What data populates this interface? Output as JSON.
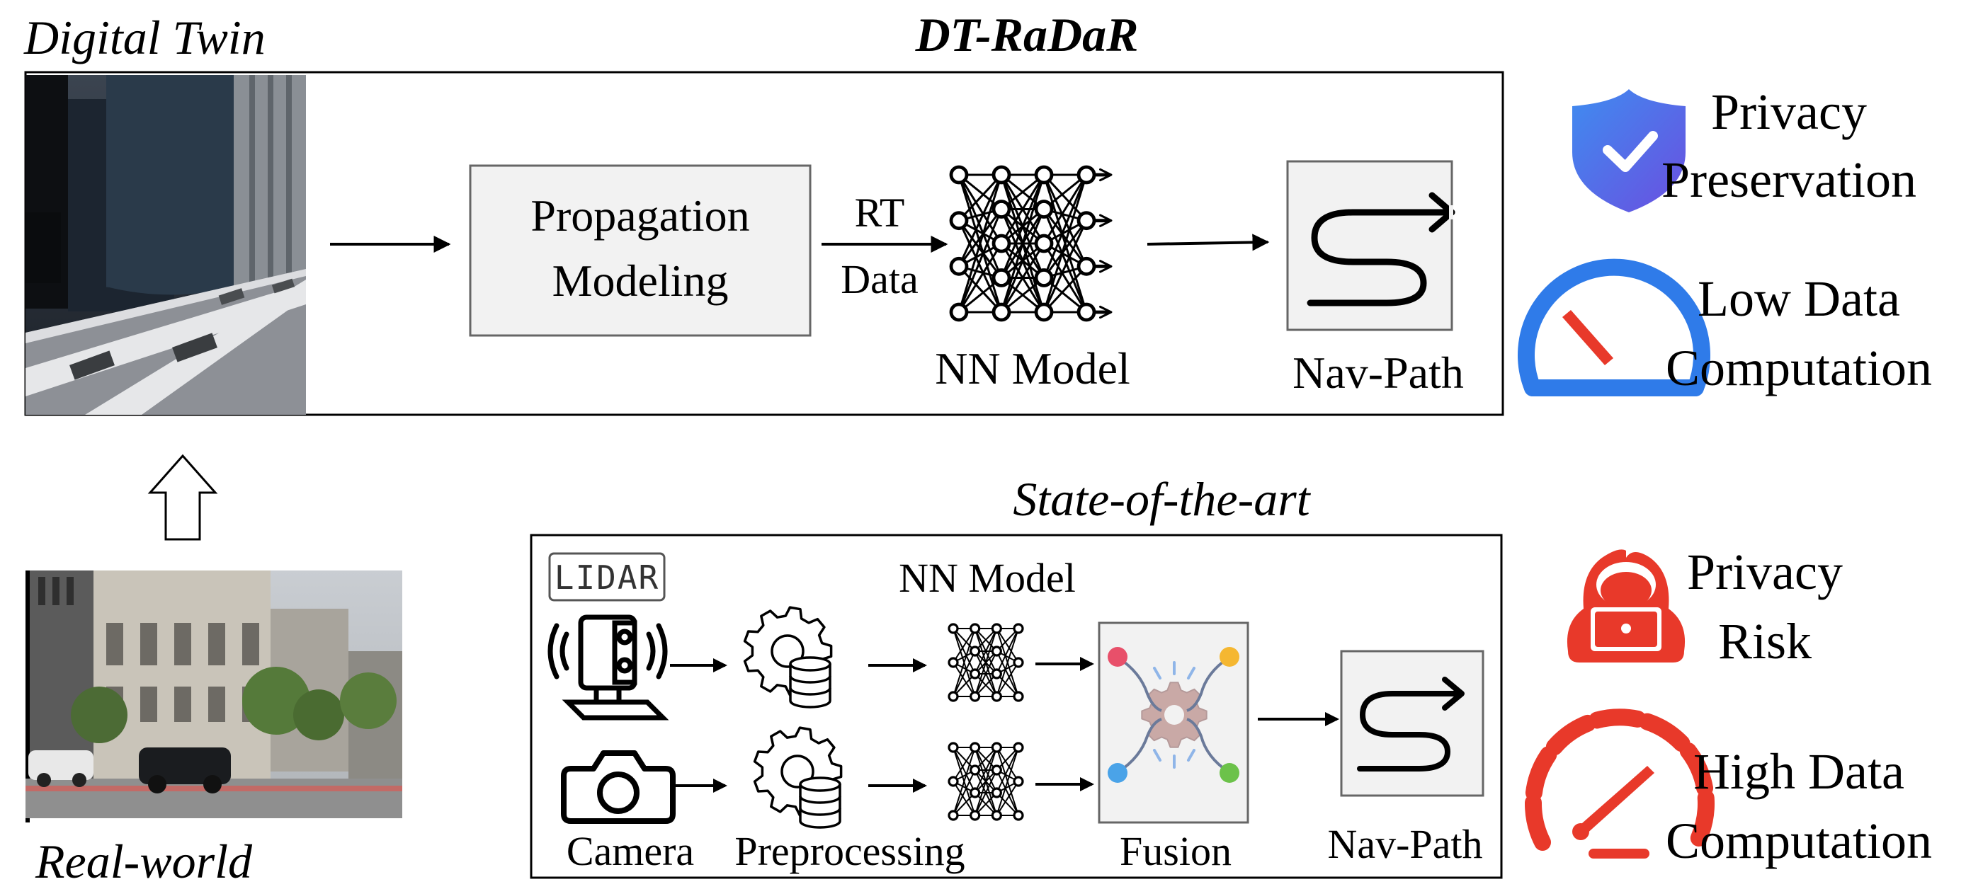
{
  "titles": {
    "digital_twin": "Digital Twin",
    "dt_radar": "DT-RaDaR",
    "state_of_the_art": "State-of-the-art",
    "real_world": "Real-world"
  },
  "top": {
    "propagation_line1": "Propagation",
    "propagation_line2": "Modeling",
    "rt_line1": "RT",
    "rt_line2": "Data",
    "nn_model": "NN Model",
    "nav_path": "Nav-Path"
  },
  "bottom": {
    "lidar": "LIDAR",
    "nn_model": "NN Model",
    "camera": "Camera",
    "preprocessing": "Preprocessing",
    "fusion": "Fusion",
    "nav_path": "Nav-Path"
  },
  "right": {
    "privacy_preservation_line1": "Privacy",
    "privacy_preservation_line2": "Preservation",
    "low_data_line1": "Low Data",
    "low_data_line2": "Computation",
    "privacy_risk_line1": "Privacy",
    "privacy_risk_line2": "Risk",
    "high_data_line1": "High Data",
    "high_data_line2": "Computation"
  },
  "colors": {
    "good_blue": "#2f7be9",
    "shield_blue_light": "#4f8df5",
    "shield_purple": "#6a55e6",
    "risk_red": "#e8392a",
    "box_fill": "#f2f2f2",
    "box_stroke": "#666666"
  },
  "icons": {
    "shield": "shield-check-icon",
    "gauge_low": "gauge-low-icon",
    "hacker": "hacker-icon",
    "gauge_high": "gauge-high-icon",
    "lidar": "lidar-sensor-icon",
    "camera": "camera-icon",
    "gear_db": "gear-database-icon",
    "network": "neural-network-icon",
    "fusion": "fusion-gear-icon",
    "path": "nav-path-icon"
  }
}
